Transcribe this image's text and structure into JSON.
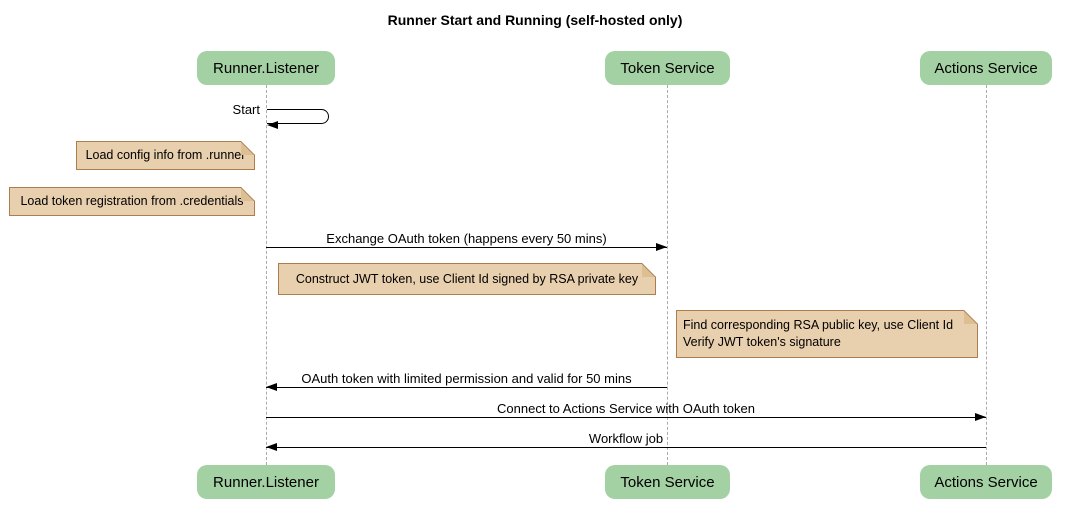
{
  "title": "Runner Start and Running (self-hosted only)",
  "participants": [
    {
      "label": "Runner.Listener"
    },
    {
      "label": "Token Service"
    },
    {
      "label": "Actions Service"
    }
  ],
  "messages": [
    {
      "label": "Start",
      "from": "Runner.Listener",
      "to": "Runner.Listener",
      "kind": "self"
    },
    {
      "label": "Exchange OAuth token (happens every 50 mins)",
      "from": "Runner.Listener",
      "to": "Token Service",
      "kind": "arrow-right"
    },
    {
      "label": "OAuth token with limited permission and valid for 50 mins",
      "from": "Token Service",
      "to": "Runner.Listener",
      "kind": "arrow-left"
    },
    {
      "label": "Connect to Actions Service with OAuth token",
      "from": "Runner.Listener",
      "to": "Actions Service",
      "kind": "arrow-right"
    },
    {
      "label": "Workflow job",
      "from": "Actions Service",
      "to": "Runner.Listener",
      "kind": "arrow-left"
    }
  ],
  "notes": [
    {
      "lines": [
        "Load config info from .runner"
      ]
    },
    {
      "lines": [
        "Load token registration from .credentials"
      ]
    },
    {
      "lines": [
        "Construct JWT token, use Client Id signed by RSA private key"
      ]
    },
    {
      "lines": [
        "Find corresponding RSA public key, use Client Id",
        "Verify JWT token's signature"
      ]
    }
  ],
  "colors": {
    "participant_fill": "#a3d1a3",
    "note_fill": "#e8cfae",
    "note_border": "#ae7d4e",
    "note_fold": "#dcc094",
    "lifeline": "#aaaaaa",
    "arrow": "#000000",
    "bg": "#ffffff"
  }
}
